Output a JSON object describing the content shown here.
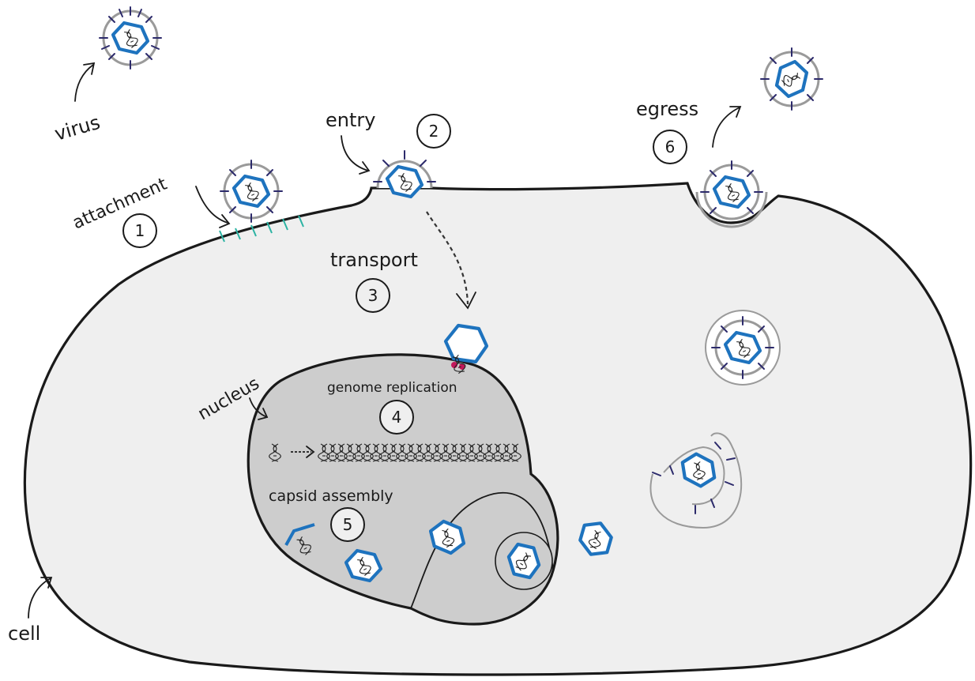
{
  "labels": {
    "virus": "virus",
    "attachment": "attachment",
    "entry": "entry",
    "transport": "transport",
    "egress": "egress",
    "nucleus": "nucleus",
    "genome_replication": "genome replication",
    "capsid_assembly": "capsid assembly",
    "cell": "cell"
  },
  "steps": {
    "s1": "1",
    "s2": "2",
    "s3": "3",
    "s4": "4",
    "s5": "5",
    "s6": "6"
  },
  "colors": {
    "capsid": "#1e73be",
    "envelope": "#9a9a9a",
    "spike": "#2c2a6b",
    "receptor": "#2bb3a3",
    "cytoplasm": "#efefef",
    "nucleus": "#cdcdcd",
    "nuclear_pore": "#c2185b"
  }
}
